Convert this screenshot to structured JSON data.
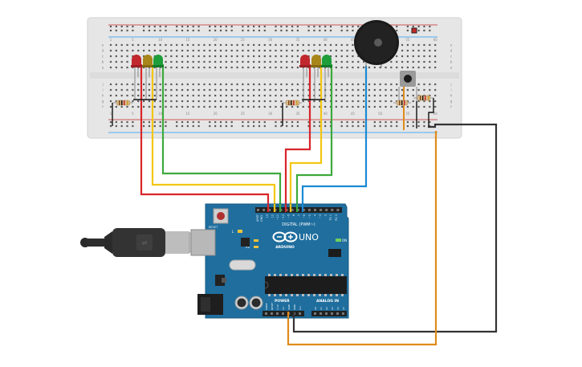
{
  "breadboard": {
    "column_numbers": [
      "1",
      "5",
      "10",
      "15",
      "20",
      "25",
      "30",
      "35",
      "40",
      "45",
      "50",
      "55",
      "60"
    ],
    "row_letters_top": [
      "a",
      "b",
      "c",
      "d",
      "e"
    ],
    "row_letters_bottom": [
      "f",
      "g",
      "h",
      "i",
      "j"
    ]
  },
  "arduino": {
    "model": "UNO",
    "logo_text": "ARDUINO",
    "reset_label": "RESET",
    "digital_label": "DIGITAL (PWM~)",
    "power_label": "POWER",
    "analog_label": "ANALOG IN",
    "tx_label": "TX",
    "rx_label": "RX",
    "l_label": "L",
    "on_label": "ON",
    "aref_label": "AREF",
    "gnd_label": "GND",
    "top_pins": [
      "13",
      "12",
      "~11",
      "~10",
      "~9",
      "8",
      "7",
      "~6",
      "~5",
      "4",
      "~3",
      "2",
      "TX 1",
      "RX 0"
    ],
    "power_pins": [
      "IOREF",
      "RESET",
      "3.3V",
      "5V",
      "GND",
      "GND",
      "Vin"
    ],
    "analog_pins": [
      "A0",
      "A1",
      "A2",
      "A3",
      "A4",
      "A5"
    ]
  },
  "colors": {
    "board_blue": "#1f6e9e",
    "breadboard": "#e6e6e6",
    "led_red": "#c1272d",
    "led_yellow": "#a8861a",
    "led_green": "#1e9e3a",
    "wire_red": "#d9252a",
    "wire_yellow": "#f3c613",
    "wire_green": "#3caa3c",
    "wire_blue": "#1a8ad4",
    "wire_black": "#333333",
    "wire_orange": "#e08b1a"
  }
}
